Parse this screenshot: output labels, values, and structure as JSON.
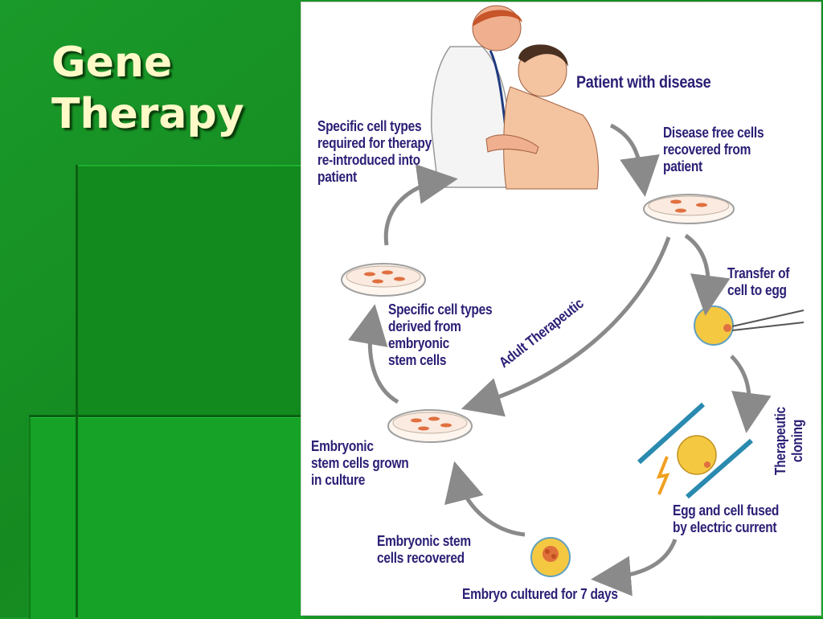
{
  "slide": {
    "title": "Gene Therapy"
  },
  "diagram": {
    "labels": {
      "patient": "Patient with disease",
      "reintroduced": "Specific cell types\nrequired for therapy\nre-introduced into\npatient",
      "disease_free": "Disease free cells\nrecovered from\npatient",
      "transfer": "Transfer  of\ncell to egg",
      "derived": "Specific cell types\nderived from\nembryonic\nstem cells",
      "adult": "Adult Therapeutic",
      "therapeutic_cloning": "Therapeutic\ncloning",
      "grown": "Embryonic\nstem cells grown\nin culture",
      "fused": "Egg and cell fused\nby electric current",
      "recovered": "Embryonic stem\ncells recovered",
      "cultured": "Embryo cultured for 7 days"
    },
    "colors": {
      "label": "#2b2076",
      "cell": "#f5c842",
      "dish_cell": "#e07040",
      "arrow": "#8a8a8a",
      "rod": "#2a8ab0",
      "bolt": "#f0a020"
    }
  }
}
